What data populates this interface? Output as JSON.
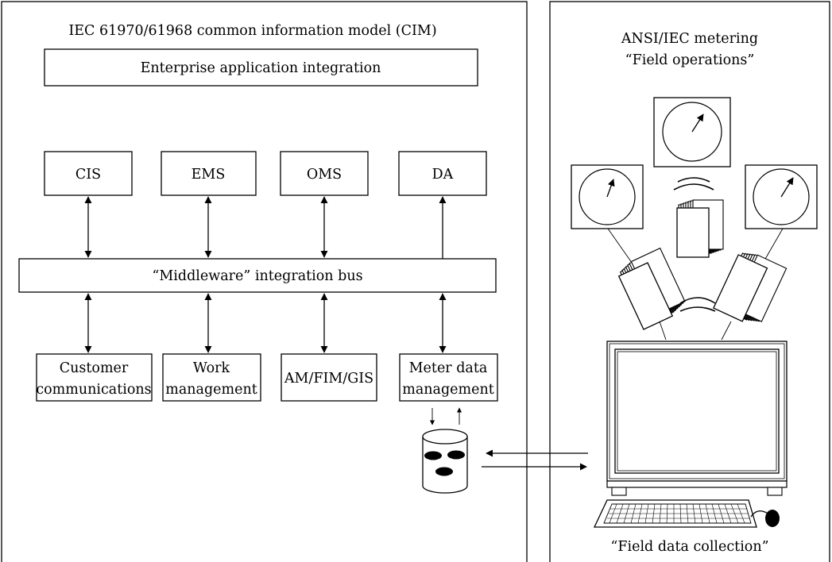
{
  "left_panel": {
    "title": "IEC 61970/61968 common information model (CIM)",
    "enterprise_box": "Enterprise application integration",
    "top_systems": [
      "CIS",
      "EMS",
      "OMS",
      "DA"
    ],
    "bus": "“Middleware” integration bus",
    "bottom_systems": [
      {
        "line1": "Customer",
        "line2": "communications"
      },
      {
        "line1": "Work",
        "line2": "management"
      },
      {
        "line1": "AM/FIM/GIS",
        "line2": ""
      },
      {
        "line1": "Meter data",
        "line2": "management"
      }
    ]
  },
  "right_panel": {
    "title_line1": "ANSI/IEC metering",
    "title_line2": "“Field operations”",
    "caption": "“Field data collection”"
  },
  "icons": [
    "meter-icon",
    "data-collector-icon",
    "radio-wave-icon",
    "database-icon",
    "computer-monitor-icon",
    "keyboard-icon",
    "mouse-icon"
  ]
}
